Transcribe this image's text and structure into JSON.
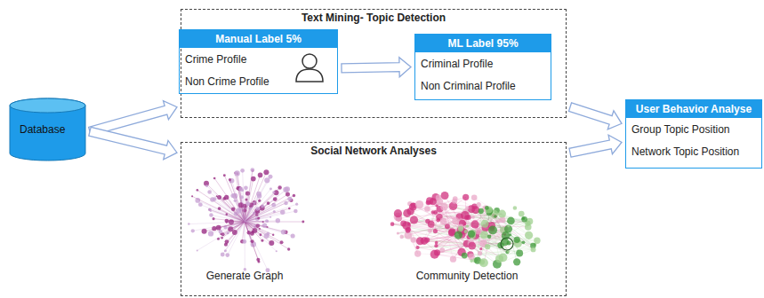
{
  "diagram": {
    "nodes": [
      {
        "text": [
          "Database"
        ]
      },
      {
        "text": [
          "Text Mining- Topic Detection"
        ]
      },
      {
        "text": [
          "Manual Label 5%",
          "Crime Profile",
          "Non Crime Profile"
        ],
        "in": 1
      },
      {
        "text": [
          "ML Label 95%",
          "Criminal Profile",
          "Non Criminal Profile"
        ],
        "in": 1
      },
      {
        "text": [
          "Social Network Analyses"
        ]
      },
      {
        "text": [
          "User Behavior Analyse",
          "Group Topic Position",
          "Network Topic Position"
        ]
      }
    ],
    "edges": [
      {
        "from": 0,
        "to": 1,
        "arrow": "to"
      },
      {
        "from": 0,
        "to": 4,
        "arrow": "to"
      },
      {
        "from": 2,
        "to": 3,
        "arrow": "to"
      },
      {
        "from": 1,
        "to": 5,
        "arrow": "to"
      },
      {
        "from": 4,
        "to": 5,
        "arrow": "to"
      }
    ],
    "labels": [
      "Generate Graph",
      "Community Detection"
    ]
  }
}
